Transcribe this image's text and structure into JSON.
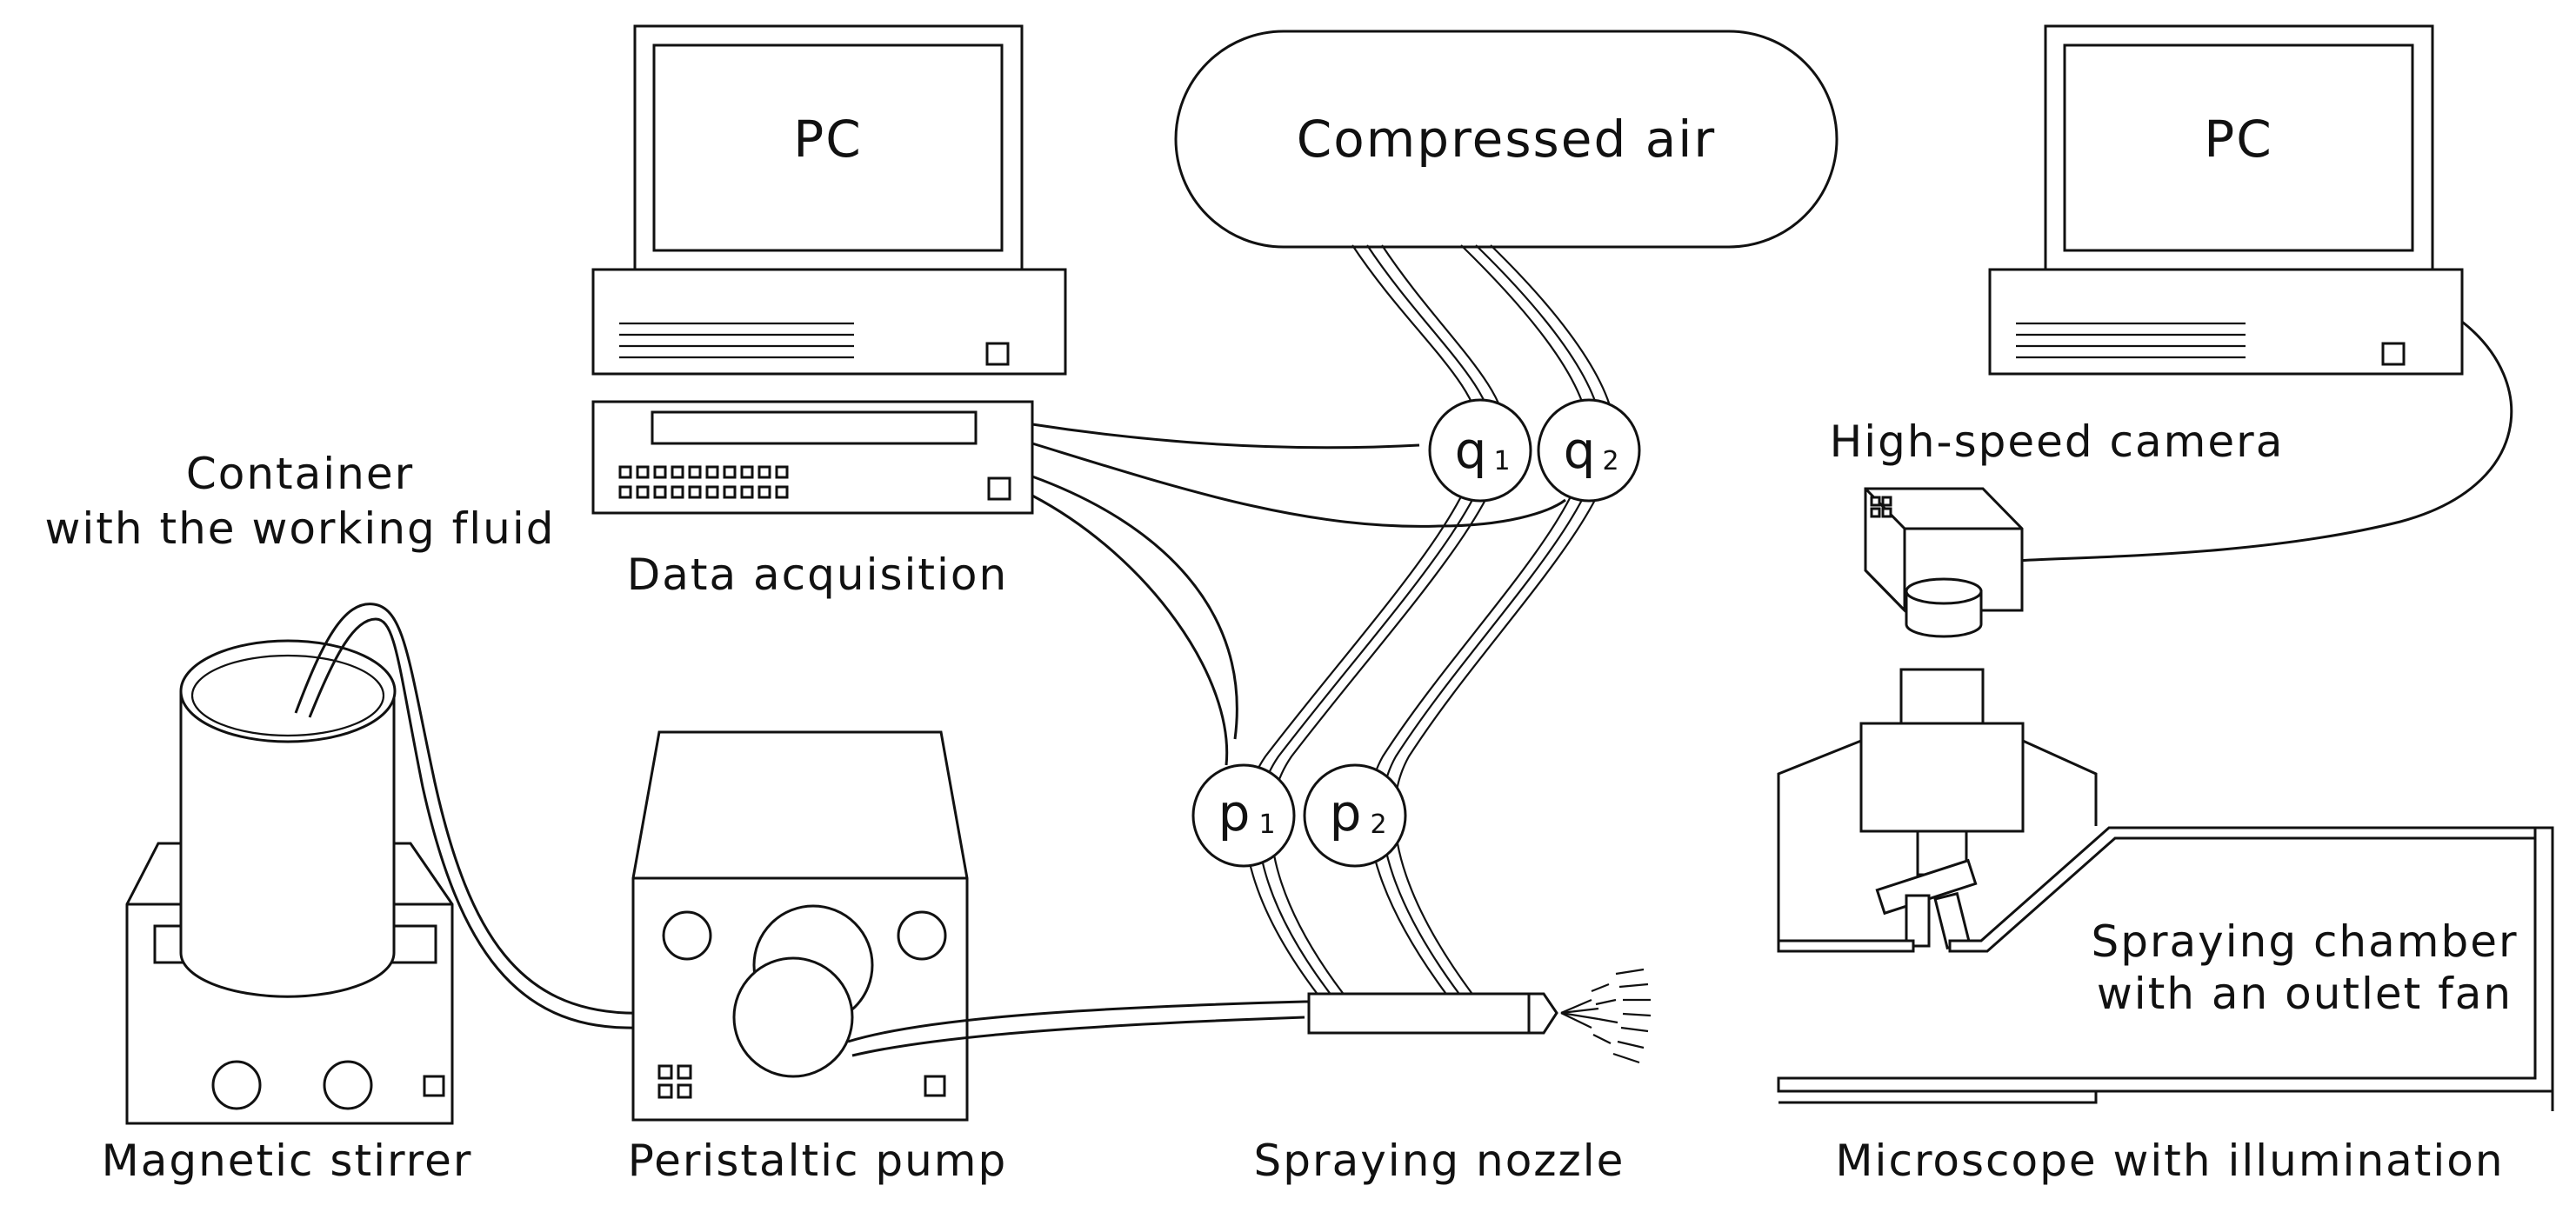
{
  "labels": {
    "pc_left": "PC",
    "pc_right": "PC",
    "compressed_air": "Compressed air",
    "high_speed_camera": "High-speed camera",
    "container_line1": "Container",
    "container_line2": "with the working fluid",
    "data_acquisition": "Data acquisition",
    "q1_main": "q",
    "q1_sub": "1",
    "q2_main": "q",
    "q2_sub": "2",
    "p1_main": "p",
    "p1_sub": "1",
    "p2_main": "p",
    "p2_sub": "2",
    "chamber_line1": "Spraying chamber",
    "chamber_line2": "with an outlet fan",
    "magnetic_stirrer": "Magnetic stirrer",
    "peristaltic_pump": "Peristaltic pump",
    "spraying_nozzle": "Spraying nozzle",
    "microscope": "Microscope with illumination"
  }
}
